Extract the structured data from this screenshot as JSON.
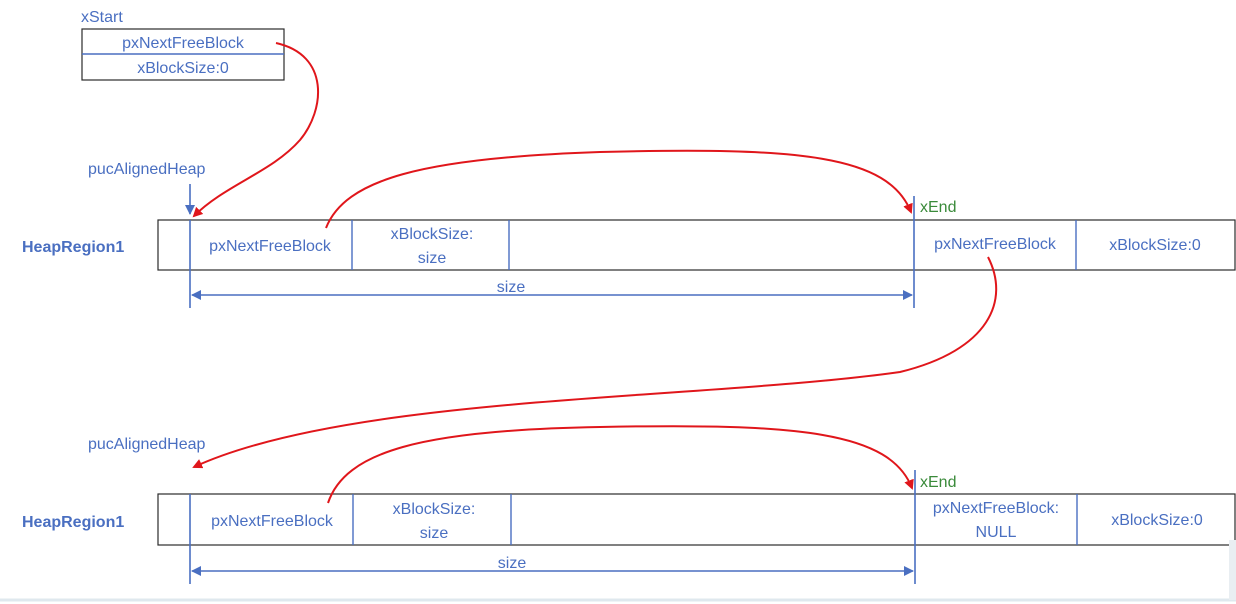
{
  "xstart": {
    "label": "xStart",
    "field1": "pxNextFreeBlock",
    "field2": "xBlockSize:0"
  },
  "regions": [
    {
      "name": "HeapRegion1",
      "pointer_label": "pucAlignedHeap",
      "cell1": "pxNextFreeBlock",
      "cell2_line1": "xBlockSize:",
      "cell2_line2": "size",
      "end_label": "xEnd",
      "end_cell1_line1": "pxNextFreeBlock",
      "end_cell1_line2": "",
      "end_cell2": "xBlockSize:0",
      "size_label": "size"
    },
    {
      "name": "HeapRegion1",
      "pointer_label": "pucAlignedHeap",
      "cell1": "pxNextFreeBlock",
      "cell2_line1": "xBlockSize:",
      "cell2_line2": "size",
      "end_label": "xEnd",
      "end_cell1_line1": "pxNextFreeBlock:",
      "end_cell1_line2": "NULL",
      "end_cell2": "xBlockSize:0",
      "size_label": "size"
    }
  ],
  "colors": {
    "label_blue": "#4a6fc1",
    "end_green": "#3a8a3a",
    "arrow_red": "#e0161b",
    "box_border": "#2b2b2b"
  }
}
